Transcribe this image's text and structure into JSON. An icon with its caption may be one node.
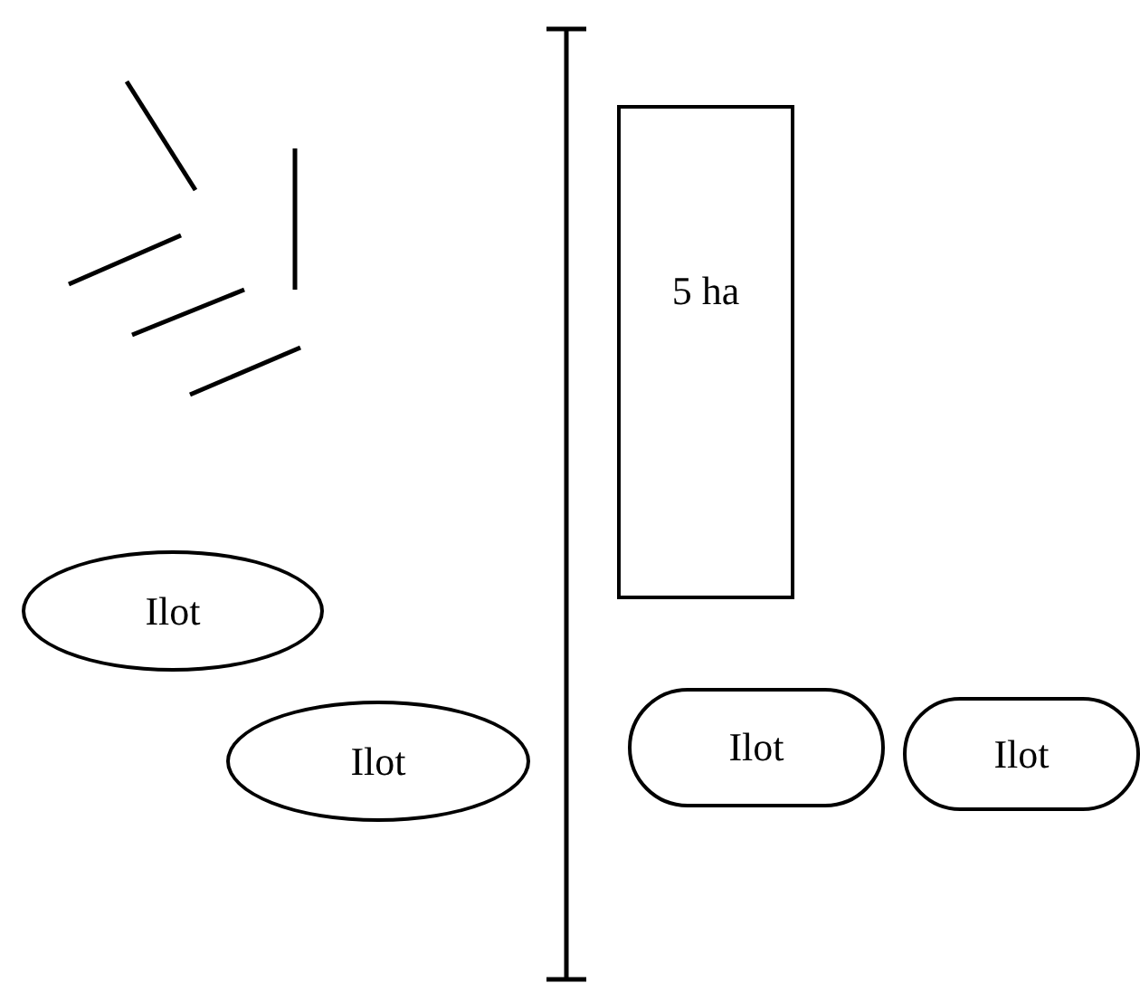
{
  "diagram": {
    "nodes": [
      {
        "text": [
          "5 ha"
        ]
      },
      {
        "text": [
          "Ilot"
        ]
      },
      {
        "text": [
          "Ilot"
        ]
      },
      {
        "text": [
          "Ilot"
        ]
      },
      {
        "text": [
          "Ilot"
        ]
      }
    ]
  }
}
